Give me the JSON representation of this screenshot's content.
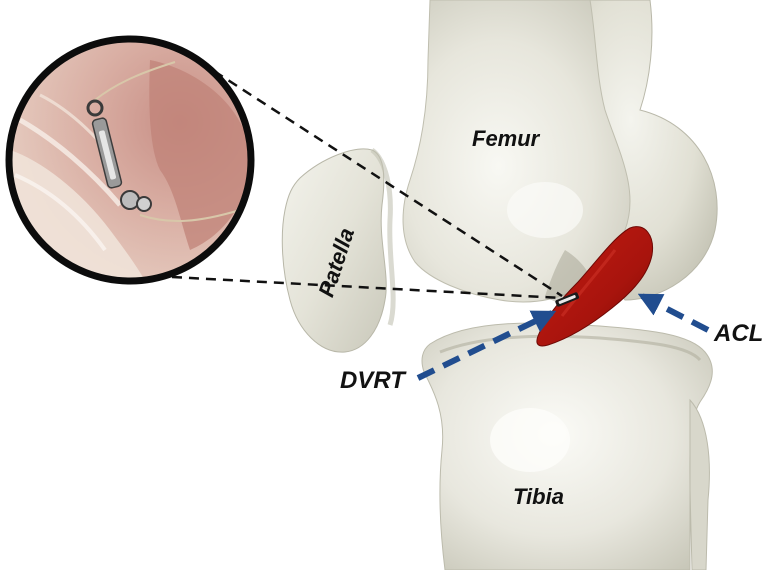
{
  "labels": {
    "femur": "Femur",
    "patella": "Patella",
    "tibia": "Tibia",
    "acl": "ACL",
    "dvrt": "DVRT"
  },
  "colors": {
    "bone_fill": "#e6e5da",
    "bone_shadow": "#bdbcae",
    "bone_highlight": "#f7f7f1",
    "ligament_fill": "#b3160f",
    "ligament_dark": "#7c0a06",
    "arrow_blue": "#214d8f",
    "dashed_line": "#111111",
    "inset_border": "#0c0c0c",
    "tissue_pink": "#cf9f97",
    "tissue_light": "#ead2c6"
  },
  "icons": {
    "inset": "arthroscopic-view-icon",
    "sensor": "dvrt-sensor-icon"
  }
}
